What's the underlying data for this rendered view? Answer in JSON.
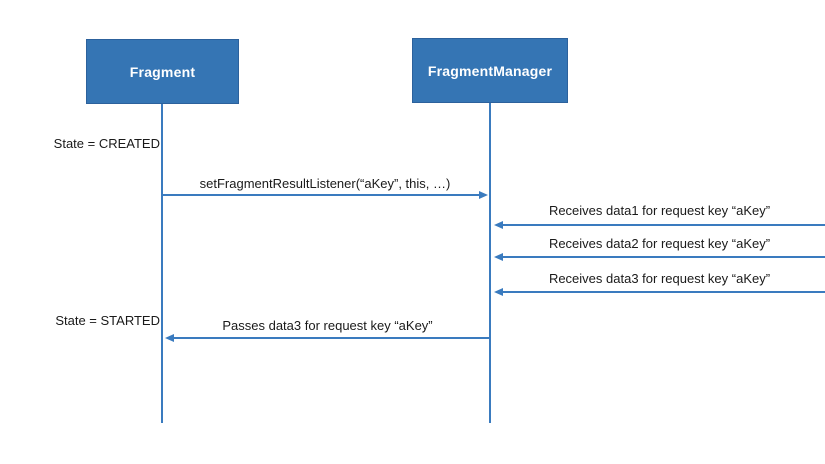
{
  "diagram": {
    "type": "sequence-diagram",
    "background": "#ffffff",
    "colors": {
      "actor_box_fill": "#3575b4",
      "actor_box_border": "#2c619c",
      "actor_text": "#ffffff",
      "line": "#3a7bbf",
      "label_text": "#1a1a1a"
    },
    "actors": [
      {
        "name": "Fragment"
      },
      {
        "name": "FragmentManager"
      }
    ],
    "state_labels": [
      {
        "text": "State = CREATED"
      },
      {
        "text": "State = STARTED"
      }
    ],
    "messages": [
      {
        "label": "setFragmentResultListener(“aKey”, this, …)",
        "from": "Fragment",
        "to": "FragmentManager",
        "direction": "right"
      },
      {
        "label": "Receives data1 for request key “aKey”",
        "from": "external",
        "to": "FragmentManager",
        "direction": "left"
      },
      {
        "label": "Receives data2 for request key “aKey”",
        "from": "external",
        "to": "FragmentManager",
        "direction": "left"
      },
      {
        "label": "Receives data3 for request key “aKey”",
        "from": "external",
        "to": "FragmentManager",
        "direction": "left"
      },
      {
        "label": "Passes data3 for request key “aKey”",
        "from": "FragmentManager",
        "to": "Fragment",
        "direction": "left"
      }
    ]
  }
}
